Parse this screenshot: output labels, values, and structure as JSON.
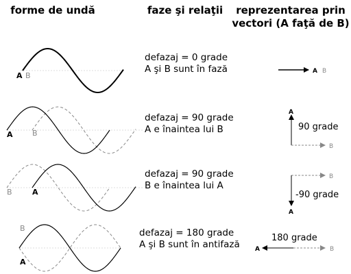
{
  "headers": {
    "waveforms": "forme de undă",
    "phases": "faze şi relaţii",
    "vectors_line1": "reprezentarea prin",
    "vectors_line2": "vectori (A faţă de B)"
  },
  "rows": [
    {
      "line1": "defazaj = 0 grade",
      "line2": "A şi B sunt în fază",
      "wave_labels": [
        "A",
        "B"
      ],
      "vector_labels": [
        "A",
        "B"
      ],
      "angle_label": ""
    },
    {
      "line1": "defazaj = 90 grade",
      "line2": "A e înaintea lui B",
      "wave_labels": [
        "A",
        "B"
      ],
      "vector_labels": [
        "A",
        "B"
      ],
      "angle_label": "90 grade"
    },
    {
      "line1": "defazaj = 90 grade",
      "line2": "B e înaintea lui A",
      "wave_labels": [
        "B",
        "A"
      ],
      "vector_labels": [
        "B",
        "A"
      ],
      "angle_label": "-90 grade"
    },
    {
      "line1": "defazaj = 180 grade",
      "line2": "A şi B sunt în  antifază",
      "wave_labels": [
        "B",
        "A"
      ],
      "vector_labels": [
        "A",
        "B"
      ],
      "angle_label": "180 grade"
    }
  ],
  "colors": {
    "wave_a": "#000000",
    "wave_b": "#888888",
    "axis": "#dddddd"
  }
}
